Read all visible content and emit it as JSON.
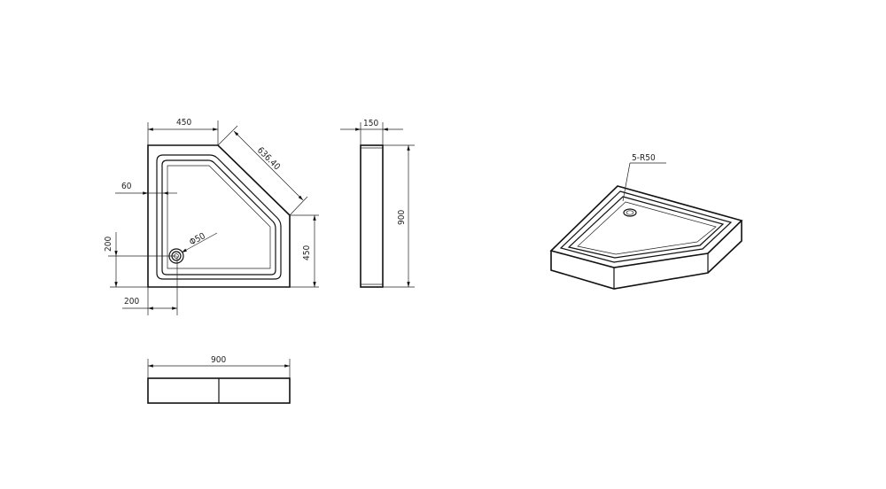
{
  "plan_view": {
    "dim_top_width": "450",
    "dim_diagonal": "636.40",
    "dim_rim": "60",
    "dim_drain_y": "200",
    "dim_drain_x": "200",
    "dim_drain_diameter": "Φ50",
    "dim_right_height": "450"
  },
  "side_view": {
    "dim_height": "150",
    "dim_length": "900"
  },
  "front_view": {
    "dim_width": "900"
  },
  "iso_view": {
    "corner_radius_label": "5-R50"
  }
}
